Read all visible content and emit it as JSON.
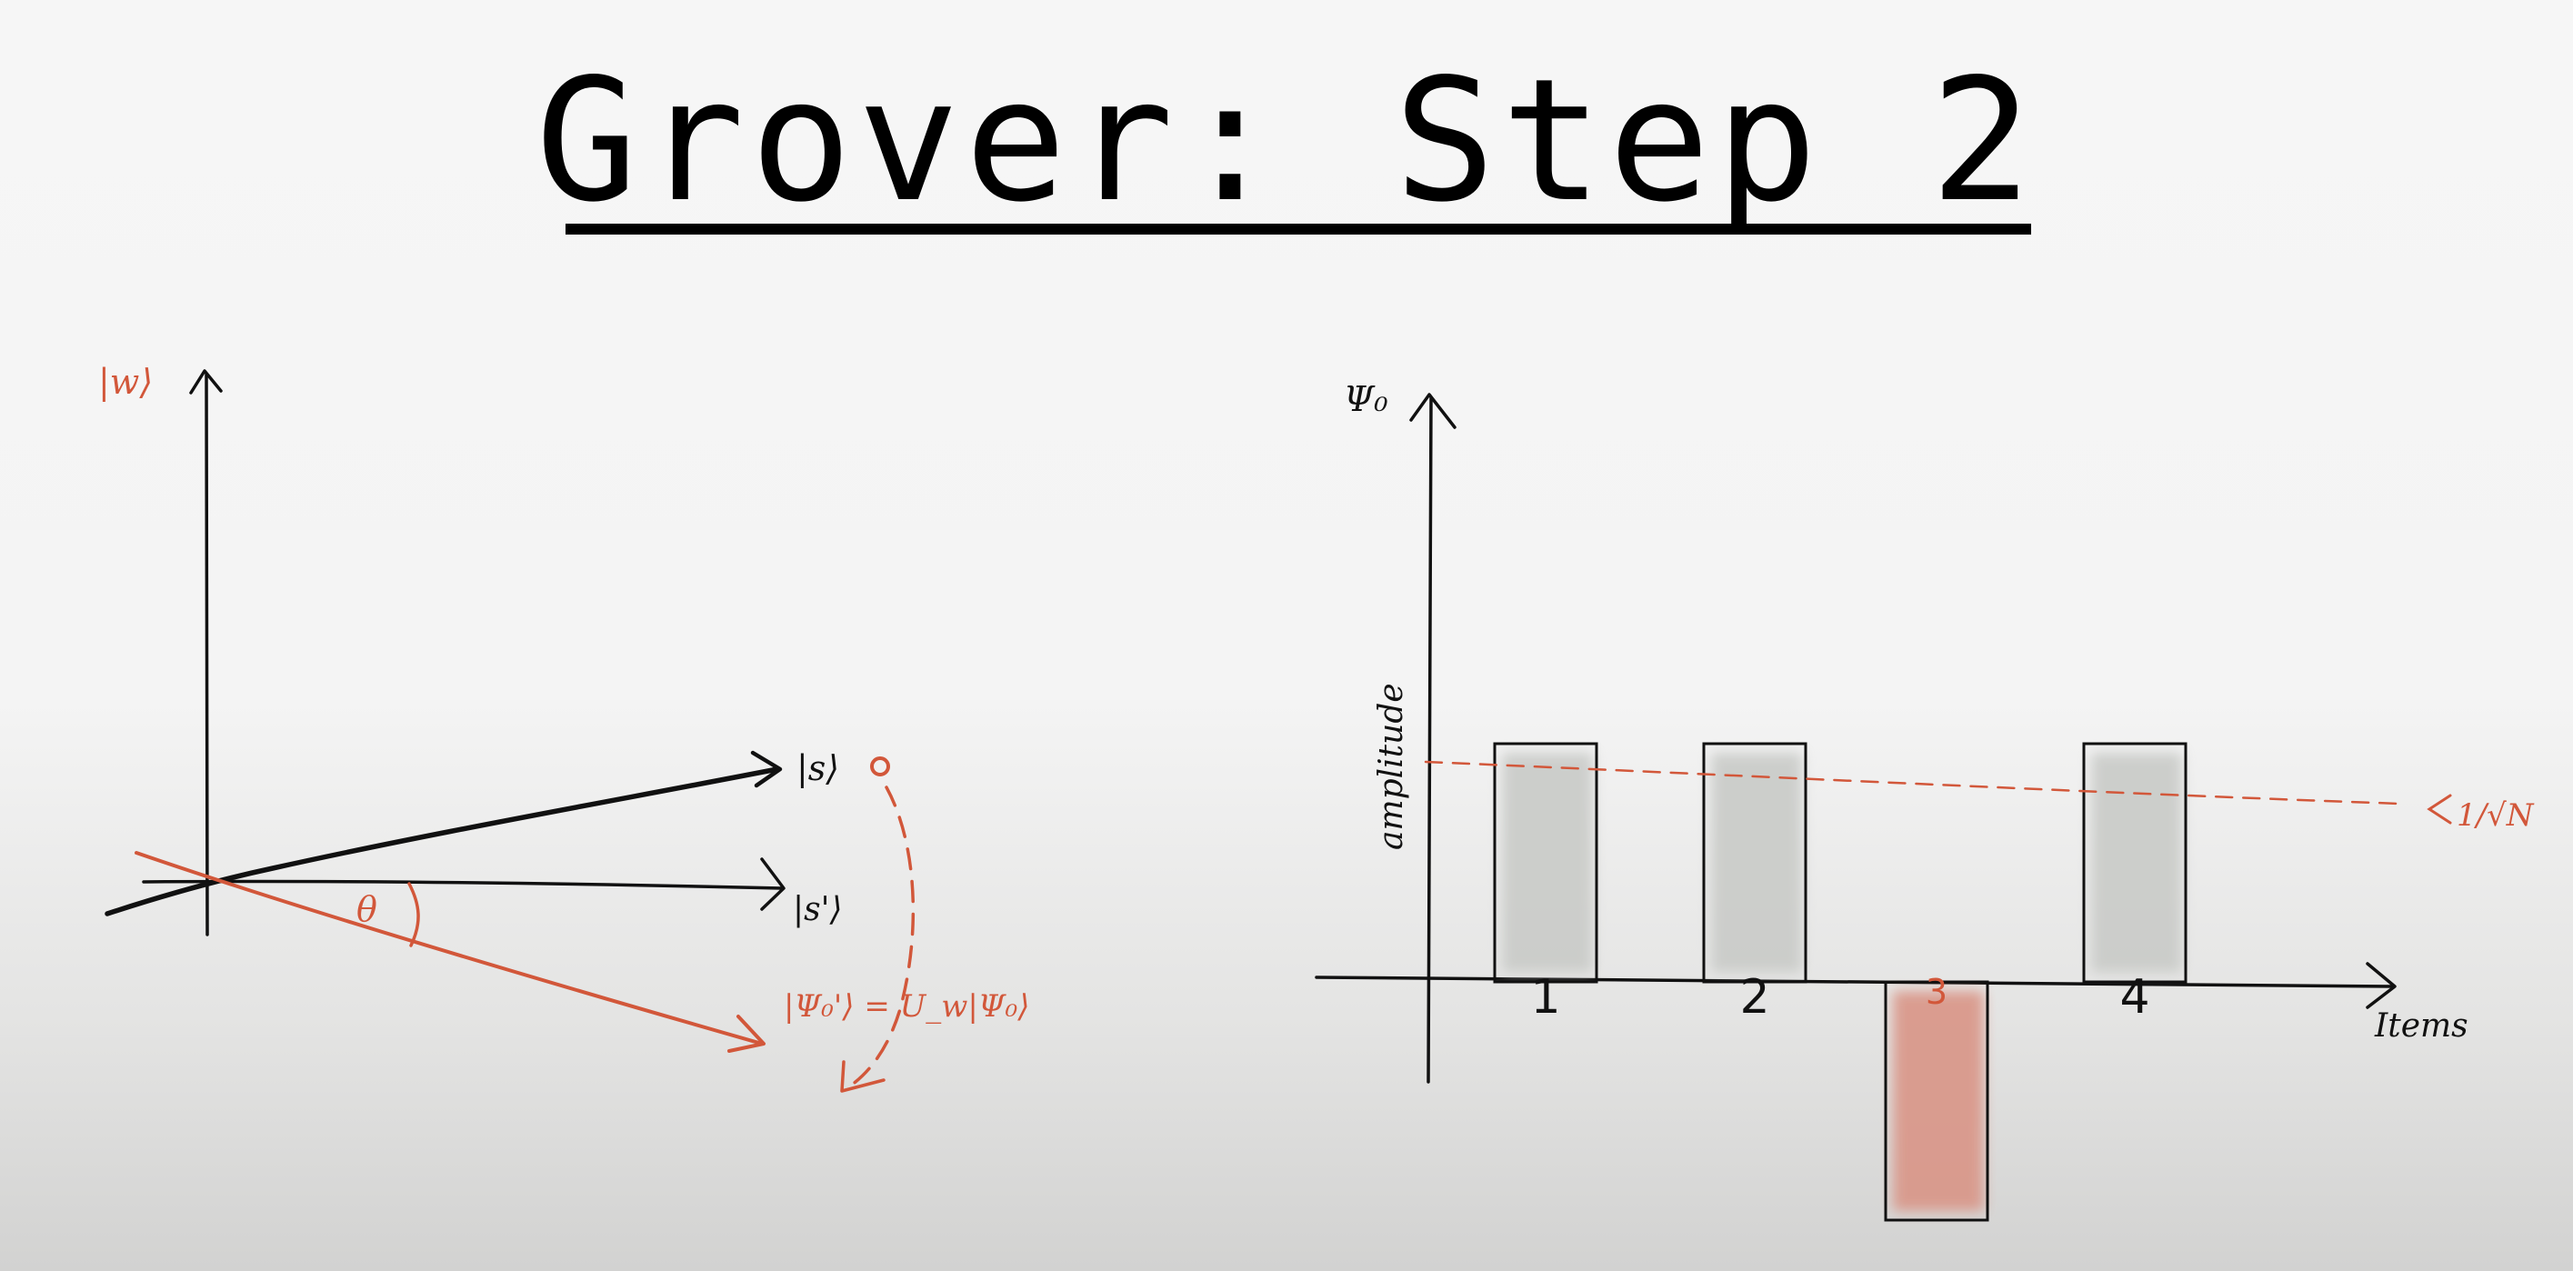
{
  "title": "Grover: Step 2",
  "colors": {
    "ink": "#111111",
    "accent": "#d2573a",
    "bar_fill": "#c9cbc8",
    "marked_fill": "#d99587"
  },
  "vector_diagram": {
    "w_label": "|w⟩",
    "s_label": "|s⟩",
    "s_perp_label": "|s'⟩",
    "angle_label": "θ",
    "reflected_label": "|Ψ₀'⟩ = U_w|Ψ₀⟩"
  },
  "amplitude_diagram": {
    "y_top_label": "Ψ₀",
    "y_axis_label": "amplitude",
    "x_axis_label": "Items",
    "mean_label": "1/√N",
    "items": [
      {
        "label": "1",
        "amplitude": 1.0,
        "marked": false
      },
      {
        "label": "2",
        "amplitude": 1.0,
        "marked": false
      },
      {
        "label": "3",
        "amplitude": -1.0,
        "marked": true
      },
      {
        "label": "4",
        "amplitude": 1.0,
        "marked": false
      }
    ]
  }
}
